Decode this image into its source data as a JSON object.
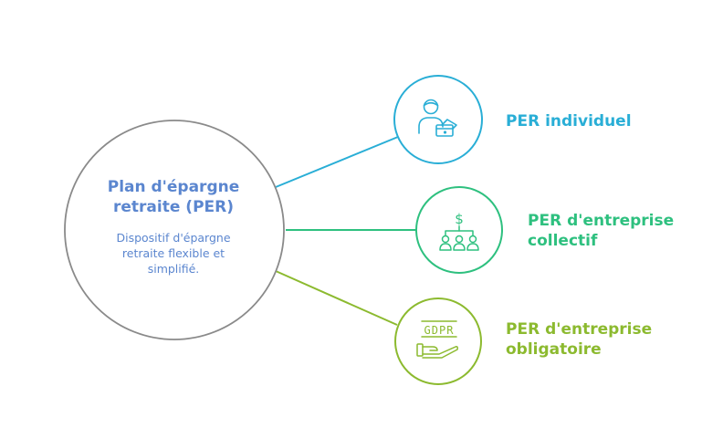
{
  "center": {
    "title": "Plan d'épargne retraite (PER)",
    "description": "Dispositif d'épargne retraite flexible et simplifié."
  },
  "branches": [
    {
      "label": "PER individuel",
      "icon": "person-with-wallet-icon",
      "color": "#29aed6"
    },
    {
      "label": "PER d'entreprise collectif",
      "icon": "dollar-group-icon",
      "color": "#2ec07f"
    },
    {
      "label": "PER d'entreprise obligatoire",
      "icon": "gdpr-hand-icon",
      "color": "#8cba2f"
    }
  ],
  "icon_texts": {
    "dollar": "$",
    "gdpr": "GDPR"
  },
  "colors": {
    "center_stroke": "#8a8a8a",
    "center_text": "#5b86cf"
  }
}
